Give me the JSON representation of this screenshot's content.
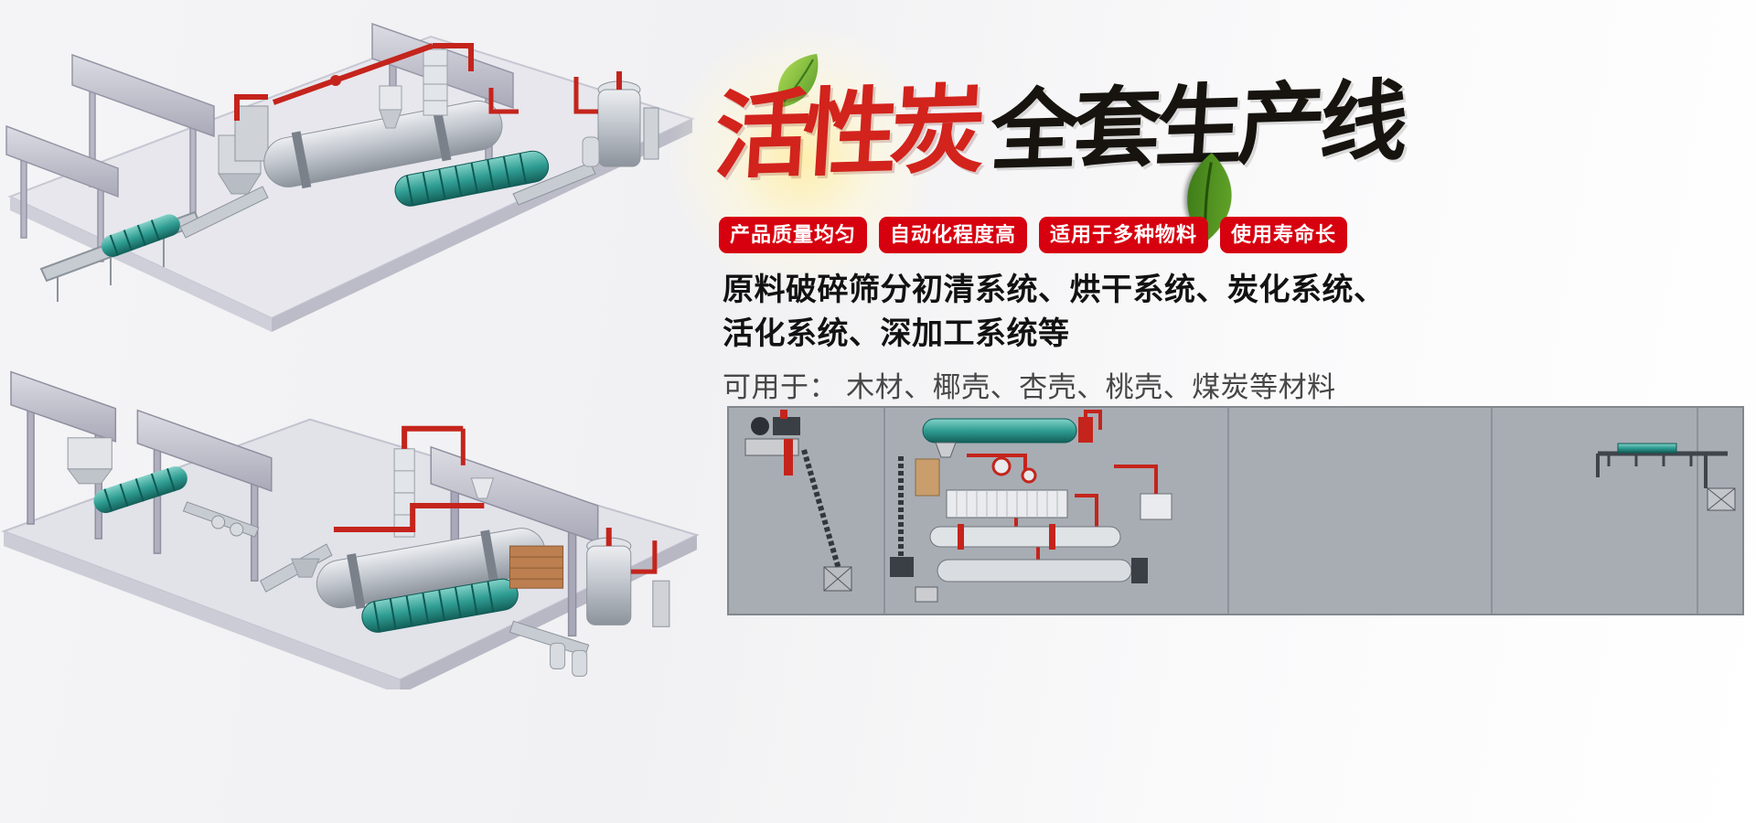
{
  "banner": {
    "title": {
      "red": "活性炭",
      "black": "全套生产线"
    },
    "badges": [
      {
        "label": "产品质量均匀"
      },
      {
        "label": "自动化程度高"
      },
      {
        "label": "适用于多种物料"
      },
      {
        "label": "使用寿命长"
      }
    ],
    "description": {
      "line1": "原料破碎筛分初清系统、烘干系统、炭化系统、",
      "line2": "活化系统、深加工系统等",
      "materials": "可用于： 木材、椰壳、杏壳、桃壳、煤炭等材料"
    },
    "colors": {
      "accent_red": "#d7000f",
      "title_red": "#d2231c",
      "title_black": "#17140f",
      "leaf_green": "#5a9e28"
    },
    "illustrations": {
      "top_render": "production-line-3d-render-top",
      "bottom_render": "production-line-3d-render-bottom",
      "schematic": "production-line-layout-schematic"
    }
  }
}
